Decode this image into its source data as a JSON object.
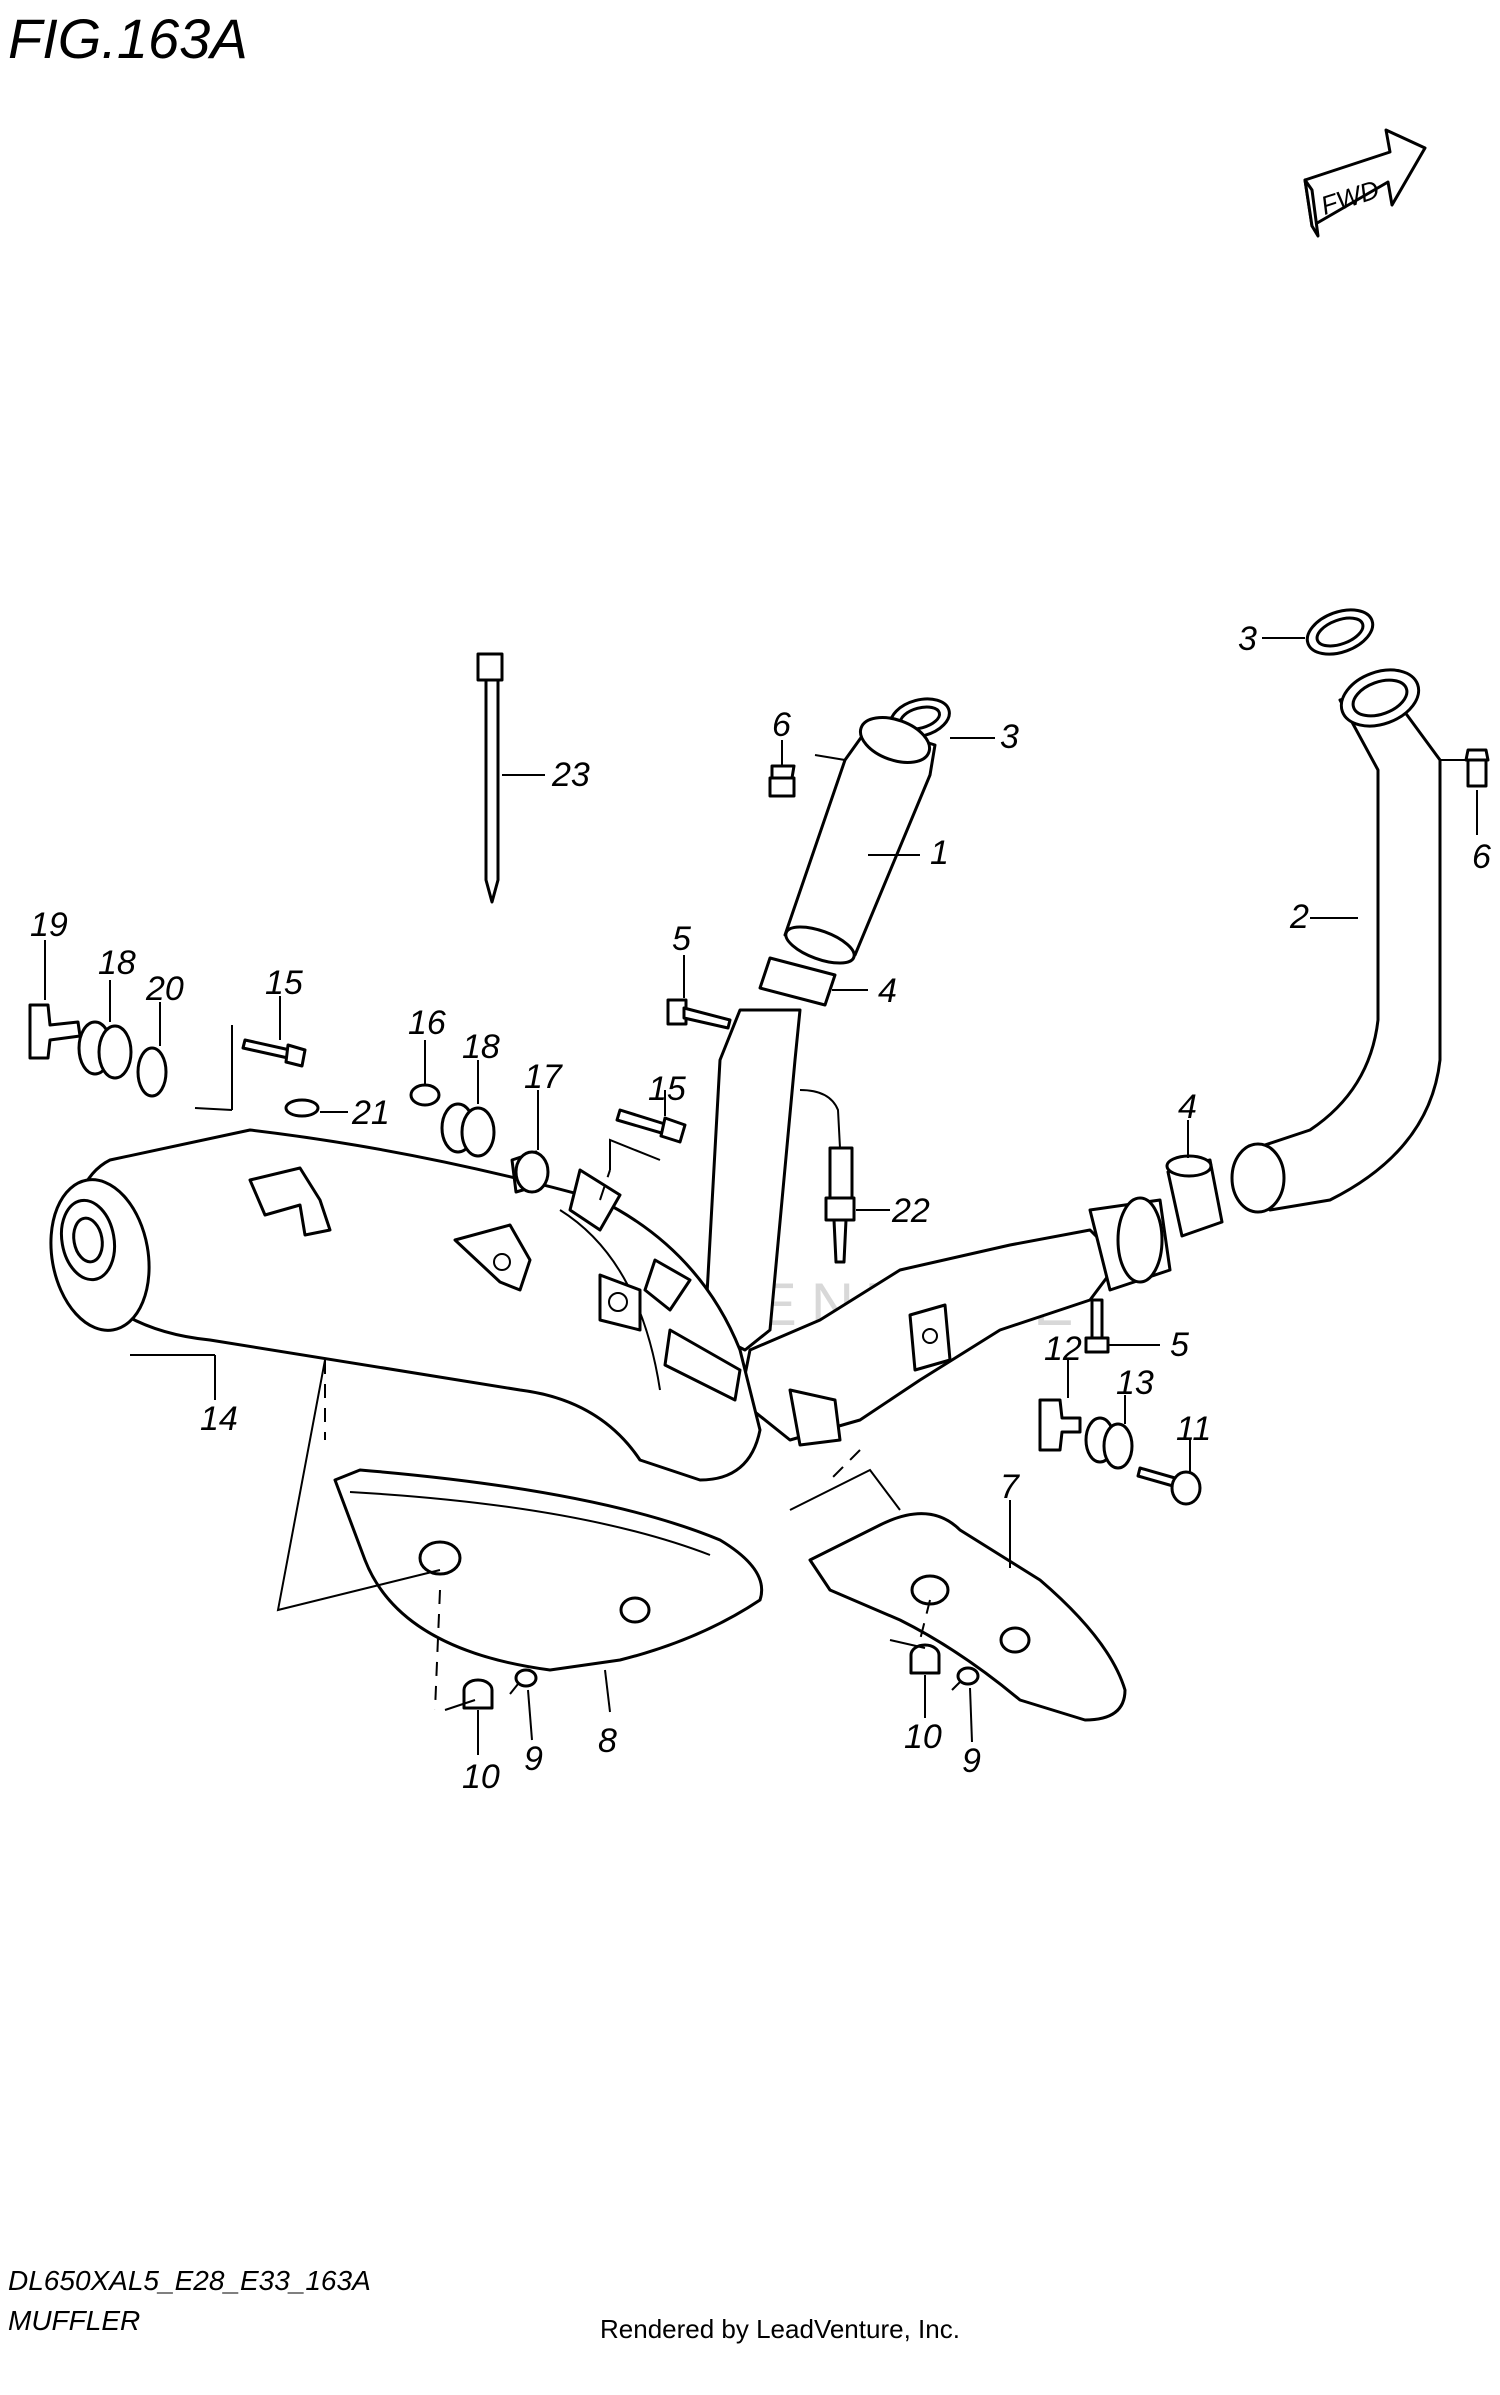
{
  "figure": {
    "title": "FIG.163A",
    "code": "DL650XAL5_E28_E33_163A",
    "name": "MUFFLER",
    "credit": "Rendered by LeadVenture, Inc.",
    "watermark": "LEADVENTURE",
    "direction_label": "FWD"
  },
  "callouts": [
    {
      "id": "c1",
      "text": "1"
    },
    {
      "id": "c2",
      "text": "2"
    },
    {
      "id": "c3a",
      "text": "3"
    },
    {
      "id": "c3b",
      "text": "3"
    },
    {
      "id": "c4a",
      "text": "4"
    },
    {
      "id": "c4b",
      "text": "4"
    },
    {
      "id": "c5a",
      "text": "5"
    },
    {
      "id": "c5b",
      "text": "5"
    },
    {
      "id": "c6a",
      "text": "6"
    },
    {
      "id": "c6b",
      "text": "6"
    },
    {
      "id": "c7",
      "text": "7"
    },
    {
      "id": "c8",
      "text": "8"
    },
    {
      "id": "c9a",
      "text": "9"
    },
    {
      "id": "c9b",
      "text": "9"
    },
    {
      "id": "c10a",
      "text": "10"
    },
    {
      "id": "c10b",
      "text": "10"
    },
    {
      "id": "c11",
      "text": "11"
    },
    {
      "id": "c12",
      "text": "12"
    },
    {
      "id": "c13",
      "text": "13"
    },
    {
      "id": "c14",
      "text": "14"
    },
    {
      "id": "c15a",
      "text": "15"
    },
    {
      "id": "c15b",
      "text": "15"
    },
    {
      "id": "c16",
      "text": "16"
    },
    {
      "id": "c17",
      "text": "17"
    },
    {
      "id": "c18a",
      "text": "18"
    },
    {
      "id": "c18b",
      "text": "18"
    },
    {
      "id": "c19",
      "text": "19"
    },
    {
      "id": "c20",
      "text": "20"
    },
    {
      "id": "c21",
      "text": "21"
    },
    {
      "id": "c22",
      "text": "22"
    },
    {
      "id": "c23",
      "text": "23"
    }
  ]
}
